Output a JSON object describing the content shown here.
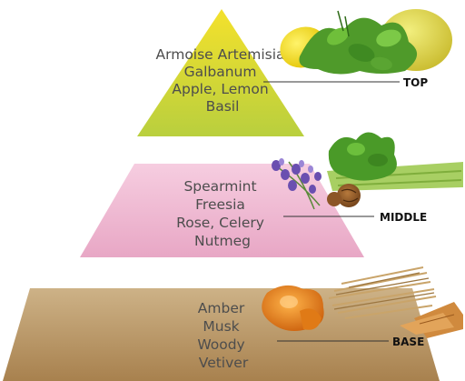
{
  "pyramid": {
    "tiers": [
      {
        "id": "top",
        "tag": "TOP",
        "notes": [
          "Armoise Artemisia",
          "Galbanum",
          "Apple, Lemon",
          "Basil"
        ],
        "colors": [
          "#f4e12c",
          "#b9cf3e"
        ],
        "illustration": "lemon-apple-herbs-icon"
      },
      {
        "id": "middle",
        "tag": "MIDDLE",
        "notes": [
          "Spearmint",
          "Freesia",
          "Rose, Celery",
          "Nutmeg"
        ],
        "colors": [
          "#f6cde0",
          "#e8a7c5"
        ],
        "illustration": "lavender-nutmeg-celery-icon"
      },
      {
        "id": "base",
        "tag": "BASE",
        "notes": [
          "Amber",
          "Musk",
          "Woody",
          "Vetiver"
        ],
        "colors": [
          "#cdb287",
          "#a8814e"
        ],
        "illustration": "amber-vetiver-wood-icon"
      }
    ]
  }
}
